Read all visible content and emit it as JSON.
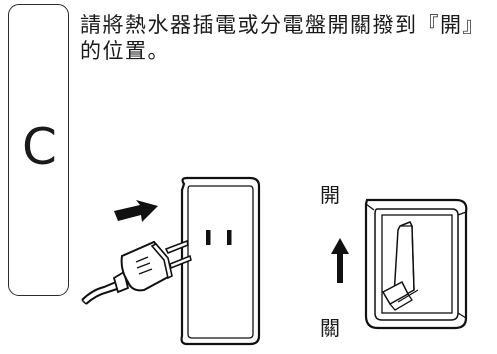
{
  "step": {
    "letter": "C"
  },
  "instruction": {
    "text": "請將熱水器插電或分電盤開關撥到『開』的位置。"
  },
  "switch_labels": {
    "on": "開",
    "off": "關"
  }
}
